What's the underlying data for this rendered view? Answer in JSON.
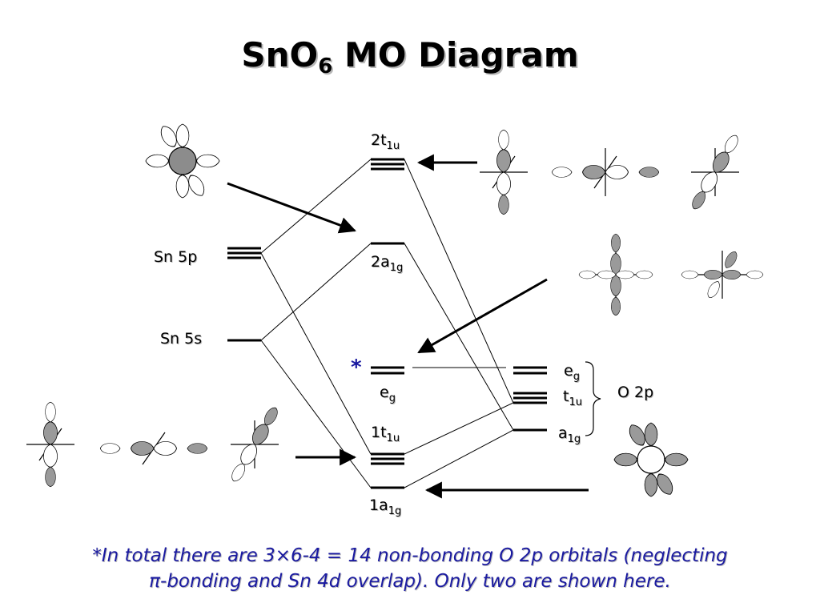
{
  "slide": {
    "title_main": "SnO",
    "title_sub": "6",
    "title_rest": " MO Diagram"
  },
  "levels": {
    "l2t1u": {
      "main": "2t",
      "sub": "1u"
    },
    "l2a1g": {
      "main": "2a",
      "sub": "1g"
    },
    "leg": {
      "main": "e",
      "sub": "g"
    },
    "l1t1u": {
      "main": "1t",
      "sub": "1u"
    },
    "l1a1g": {
      "main": "1a",
      "sub": "1g"
    }
  },
  "tin": {
    "sn5p": "Sn 5p",
    "sn5s": "Sn 5s"
  },
  "oxygen": {
    "eg": {
      "main": "e",
      "sub": "g"
    },
    "t1u": {
      "main": "t",
      "sub": "1u"
    },
    "a1g": {
      "main": "a",
      "sub": "1g"
    },
    "group": "O 2p"
  },
  "marker": "*",
  "footnote": {
    "line1": "*In total there are 3×6-4 = 14 non-bonding O 2p orbitals (neglecting",
    "line2": "π-bonding and Sn 4d overlap).  Only two are shown here."
  },
  "colors": {
    "lobe": "#9a9a9a",
    "core": "#8c8c8c",
    "marker": "#1a1aa0",
    "footnote": "#1a1aa0"
  }
}
